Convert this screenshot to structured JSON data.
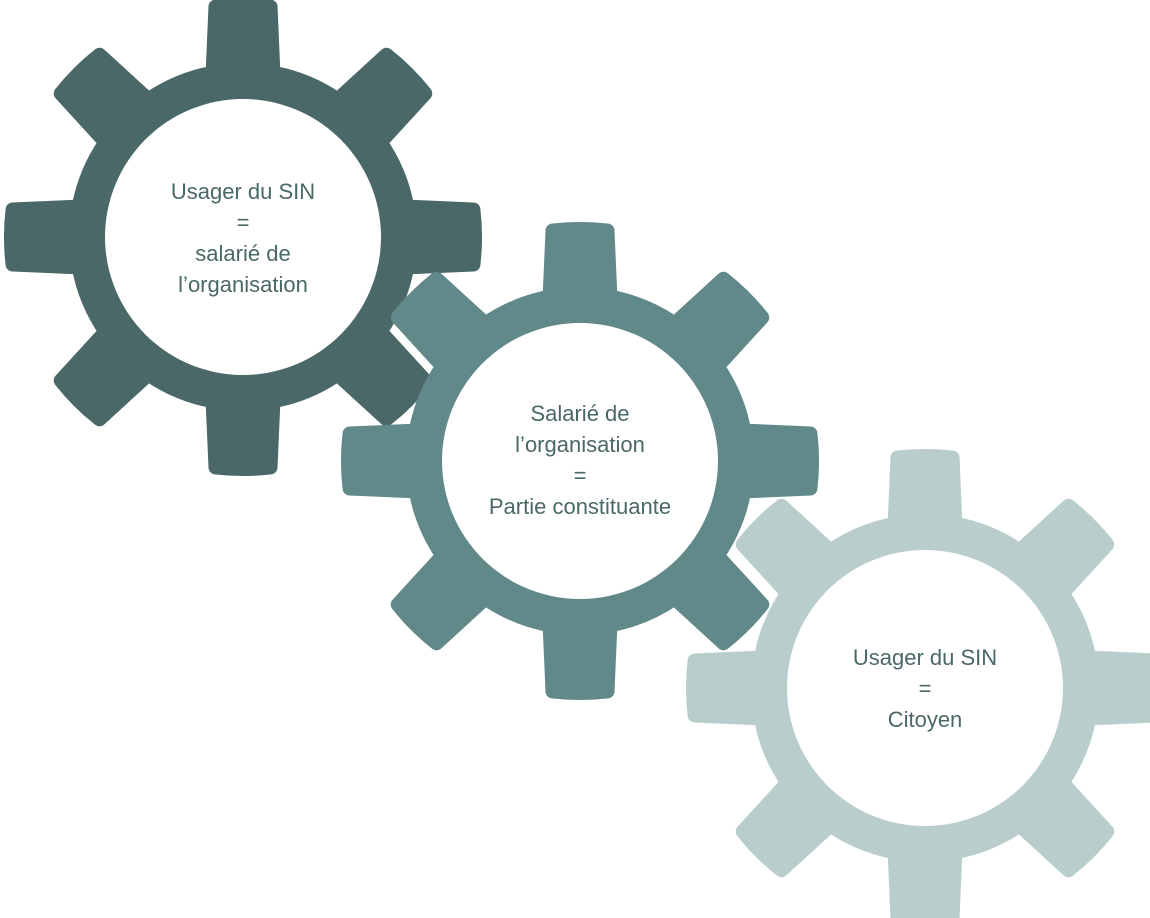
{
  "gears": [
    {
      "lines": [
        "Usager du SIN",
        "=",
        "salarié de",
        "l’organisation"
      ],
      "color": "#4a6867",
      "text_color": "#4a6867"
    },
    {
      "lines": [
        "Salarié de",
        "l’organisation",
        "=",
        "Partie constituante"
      ],
      "color": "#62898a",
      "text_color": "#4a6867"
    },
    {
      "lines": [
        "Usager du SIN",
        "=",
        "Citoyen"
      ],
      "color": "#b9cdcd",
      "text_color": "#4a6867"
    }
  ]
}
